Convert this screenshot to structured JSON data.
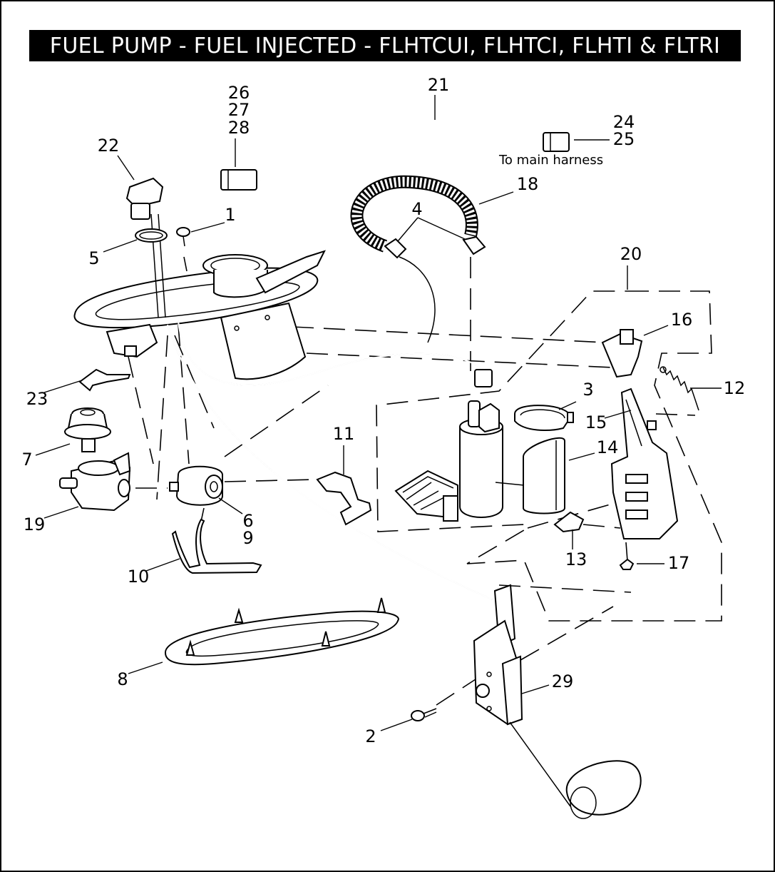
{
  "title": "FUEL PUMP - FUEL INJECTED - FLHTCUI, FLHTCI, FLHTI & FLTRI",
  "note": "To main harness",
  "callouts": [
    "1",
    "2",
    "3",
    "4",
    "5",
    "6",
    "7",
    "8",
    "9",
    "10",
    "11",
    "12",
    "13",
    "14",
    "15",
    "16",
    "17",
    "18",
    "19",
    "20",
    "21",
    "22",
    "23",
    "24",
    "25",
    "26",
    "27",
    "28",
    "29"
  ]
}
